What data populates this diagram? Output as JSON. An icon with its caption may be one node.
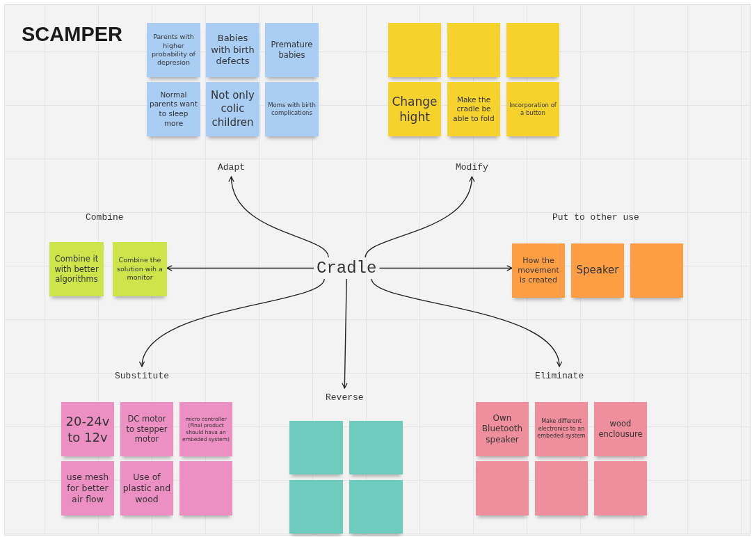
{
  "diagram": {
    "title": "SCAMPER",
    "nodes": [
      {
        "text": [
          "Parents with higher probability of depresion"
        ]
      },
      {
        "text": [
          "Babies with birth defects"
        ]
      },
      {
        "text": [
          "Premature babies"
        ]
      },
      {
        "text": [
          "Normal parents want to sleep more"
        ]
      },
      {
        "text": [
          "Not only colic children"
        ]
      },
      {
        "text": [
          "Moms with birth complications"
        ]
      },
      {
        "text": [],
        "shape": "box"
      },
      {
        "text": [],
        "shape": "box"
      },
      {
        "text": [],
        "shape": "box"
      },
      {
        "text": [
          "Change hight"
        ]
      },
      {
        "text": [
          "Make the cradle be able to fold"
        ]
      },
      {
        "text": [
          "Incorporation of a button"
        ]
      },
      {
        "text": [
          "Adapt"
        ]
      },
      {
        "text": [
          "Modify"
        ]
      },
      {
        "text": [
          "Combine it with better algorithms"
        ]
      },
      {
        "text": [
          "Combine the solution wih a monitor"
        ]
      },
      {
        "text": [
          "Cradle"
        ]
      },
      {
        "text": [
          "How the movement is created"
        ]
      },
      {
        "text": [
          "Speaker"
        ]
      },
      {
        "text": [],
        "shape": "box"
      },
      {
        "text": [
          "Substitute"
        ]
      },
      {
        "text": [
          "Reverse"
        ]
      },
      {
        "text": [
          "Eliminate"
        ]
      },
      {
        "text": [
          "20-24v to 12v"
        ]
      },
      {
        "text": [
          "DC motor to stepper motor"
        ]
      },
      {
        "text": [
          "micro controller (Final product should hava an embeded system)"
        ]
      },
      {
        "text": [
          "use mesh for better air flow"
        ]
      },
      {
        "text": [
          "Use of plastic and wood"
        ]
      },
      {
        "text": [],
        "shape": "box"
      },
      {
        "text": [],
        "shape": "box"
      },
      {
        "text": [],
        "shape": "box"
      },
      {
        "text": [],
        "shape": "box"
      },
      {
        "text": [],
        "shape": "box"
      },
      {
        "text": [
          "Own Bluetooth speaker"
        ]
      },
      {
        "text": [
          "Make different electronics to an embeded system"
        ]
      },
      {
        "text": [
          "wood enclousure"
        ]
      },
      {
        "text": [],
        "shape": "box"
      },
      {
        "text": [],
        "shape": "box"
      },
      {
        "text": [],
        "shape": "box"
      }
    ],
    "edges": [
      {
        "from": 16,
        "to": 12,
        "arrow": "to"
      },
      {
        "from": 16,
        "to": 13,
        "arrow": "to"
      },
      {
        "from": 16,
        "to": 15,
        "arrow": "to"
      },
      {
        "from": 16,
        "to": 17,
        "arrow": "to"
      },
      {
        "from": 16,
        "to": 20,
        "arrow": "to"
      },
      {
        "from": 16,
        "to": 21,
        "arrow": "to"
      },
      {
        "from": 16,
        "to": 22,
        "arrow": "to"
      }
    ],
    "labels": [
      "Combine",
      "Put to other use"
    ]
  }
}
